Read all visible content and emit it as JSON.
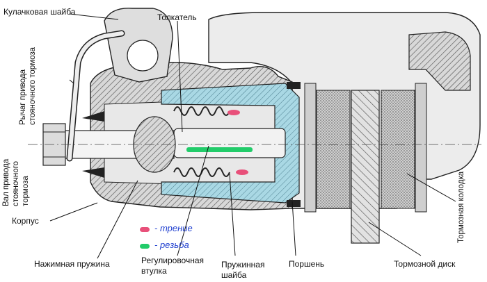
{
  "labels": {
    "cam_washer": "Кулачковая шайба",
    "pusher": "Толкатель",
    "lever_line1": "Рычаг привода",
    "lever_line2": "стояночного тормоза",
    "shaft_line1": "Вал привода",
    "shaft_line2": "стояночного",
    "shaft_line3": "тормоза",
    "housing": "Корпус",
    "press_spring": "Нажимная пружина",
    "adj_sleeve_line1": "Регулировочная",
    "adj_sleeve_line2": "втулка",
    "spring_washer_line1": "Пружинная",
    "spring_washer_line2": "шайба",
    "piston": "Поршень",
    "brake_disc": "Тормозной диск",
    "brake_pad": "Тормозная колодка"
  },
  "legend": [
    {
      "text": "- трение",
      "color": "#e8507a"
    },
    {
      "text": "- резьба",
      "color": "#22cc6a"
    }
  ],
  "colors": {
    "housing_fill": "#d4d4d4",
    "body_fill": "#e6e6e6",
    "piston_fill": "#a9d8e4",
    "hatch": "#666666",
    "pad_fill": "#bbbbbb",
    "outline": "#222222"
  }
}
